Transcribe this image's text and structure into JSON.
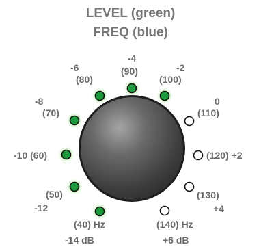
{
  "title": {
    "line1": "LEVEL (green)",
    "line2": "FREQ (blue)"
  },
  "colors": {
    "led_on": "#1a9a3a",
    "led_glow": "#9ee08a",
    "led_off": "#ffffff",
    "knob": "#4a4a4a",
    "label": "#6a6a6a",
    "title": "#767676"
  },
  "leds": [
    {
      "on": true
    },
    {
      "on": true
    },
    {
      "on": true
    },
    {
      "on": true
    },
    {
      "on": true
    },
    {
      "on": true
    },
    {
      "on": true
    },
    {
      "on": false
    },
    {
      "on": false
    },
    {
      "on": false
    },
    {
      "on": false
    }
  ],
  "labels": {
    "minus14_freq": "(40) Hz",
    "minus14_db": "-14 dB",
    "minus12_freq": "(50)",
    "minus12_db": "-12",
    "minus10": "-10 (60)",
    "minus8_db": "-8",
    "minus8_freq": "(70)",
    "minus6_db": "-6",
    "minus6_freq": "(80)",
    "minus4_db": "-4",
    "minus4_freq": "(90)",
    "minus2_db": "-2",
    "minus2_freq": "(100)",
    "zero_db": "0",
    "zero_freq": "(110)",
    "plus2": "(120) +2",
    "plus4_freq": "(130)",
    "plus4_db": "+4",
    "plus6_freq": "(140) Hz",
    "plus6_db": "+6 dB"
  }
}
